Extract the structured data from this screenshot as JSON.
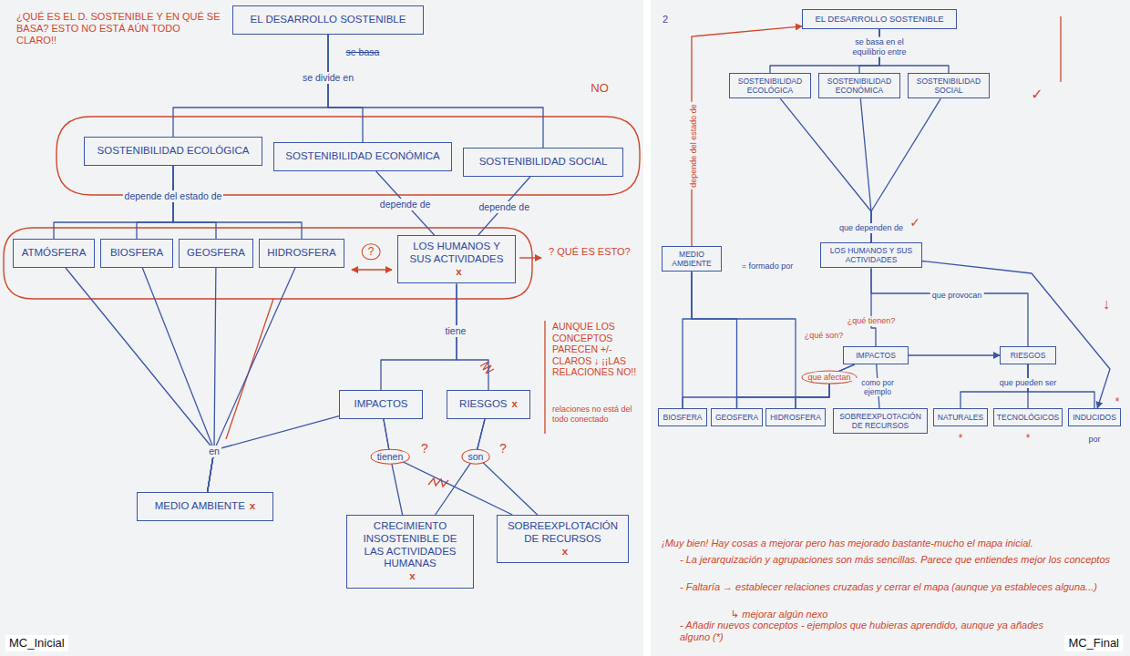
{
  "diagram": {
    "nodes": [
      {
        "text": [
          "EL DESARROLLO SOSTENIBLE"
        ]
      },
      {
        "text": [
          "SOSTENIBILIDAD ECOLÓGICA"
        ]
      },
      {
        "text": [
          "SOSTENIBILIDAD ECONÓMICA"
        ]
      },
      {
        "text": [
          "SOSTENIBILIDAD SOCIAL"
        ]
      },
      {
        "text": [
          "ATMÓSFERA"
        ]
      },
      {
        "text": [
          "BIOSFERA"
        ]
      },
      {
        "text": [
          "GEOSFERA"
        ]
      },
      {
        "text": [
          "HIDROSFERA"
        ]
      },
      {
        "text": [
          "LOS HUMANOS Y SUS ACTIVIDADES",
          "x"
        ]
      },
      {
        "text": [
          "IMPACTOS"
        ]
      },
      {
        "text": [
          "RIESGOS",
          "x"
        ]
      },
      {
        "text": [
          "MEDIO AMBIENTE",
          "x"
        ]
      },
      {
        "text": [
          "CRECIMIENTO INSOSTENIBLE DE LAS ACTIVIDADES HUMANAS",
          "x"
        ]
      },
      {
        "text": [
          "SOBREEXPLOTACIÓN DE RECURSOS",
          "x"
        ]
      },
      {
        "text": [
          "EL DESARROLLO SOSTENIBLE"
        ]
      },
      {
        "text": [
          "SOSTENIBILIDAD ECOLÓGICA"
        ]
      },
      {
        "text": [
          "SOSTENIBILIDAD ECONÓMICA"
        ]
      },
      {
        "text": [
          "SOSTENIBILIDAD SOCIAL"
        ]
      },
      {
        "text": [
          "MEDIO AMBIENTE"
        ]
      },
      {
        "text": [
          "LOS HUMANOS Y SUS ACTIVIDADES"
        ]
      },
      {
        "text": [
          "IMPACTOS"
        ]
      },
      {
        "text": [
          "RIESGOS"
        ]
      },
      {
        "text": [
          "BIOSFERA"
        ]
      },
      {
        "text": [
          "GEOSFERA"
        ]
      },
      {
        "text": [
          "HIDROSFERA"
        ]
      },
      {
        "text": [
          "SOBREEXPLOTACIÓN DE RECURSOS"
        ]
      },
      {
        "text": [
          "NATURALES"
        ]
      },
      {
        "text": [
          "TECNOLÓGICOS"
        ]
      },
      {
        "text": [
          "INDUCIDOS"
        ]
      }
    ],
    "edges": [
      {
        "from": 0,
        "to": 1,
        "arrow": "none"
      },
      {
        "from": 0,
        "to": 2,
        "label": "se divide en",
        "arrow": "none"
      },
      {
        "from": 0,
        "to": 3,
        "arrow": "none"
      },
      {
        "from": 1,
        "to": 4,
        "arrow": "none"
      },
      {
        "from": 1,
        "to": 5,
        "label": "depende del estado de",
        "arrow": "none"
      },
      {
        "from": 1,
        "to": 6,
        "arrow": "none"
      },
      {
        "from": 1,
        "to": 7,
        "arrow": "none"
      },
      {
        "from": 2,
        "to": 8,
        "label": "depende de",
        "arrow": "none"
      },
      {
        "from": 3,
        "to": 8,
        "label": "depende de",
        "arrow": "none"
      },
      {
        "from": 8,
        "to": 9,
        "label": "tiene",
        "arrow": "none"
      },
      {
        "from": 8,
        "to": 10,
        "arrow": "none"
      },
      {
        "from": 4,
        "to": 11,
        "arrow": "none"
      },
      {
        "from": 5,
        "to": 11,
        "arrow": "none"
      },
      {
        "from": 6,
        "to": 11,
        "arrow": "none"
      },
      {
        "from": 7,
        "to": 11,
        "arrow": "none"
      },
      {
        "from": 9,
        "to": 11,
        "label": "en",
        "arrow": "none"
      },
      {
        "from": 9,
        "to": 12,
        "label": "tienen",
        "arrow": "none"
      },
      {
        "from": 9,
        "to": 13,
        "arrow": "none"
      },
      {
        "from": 10,
        "to": 12,
        "arrow": "none"
      },
      {
        "from": 10,
        "to": 13,
        "label": "son",
        "arrow": "none"
      },
      {
        "from": 14,
        "to": 15,
        "arrow": "none"
      },
      {
        "from": 14,
        "to": 16,
        "label": "se basa en el equilibrio entre",
        "arrow": "none"
      },
      {
        "from": 14,
        "to": 17,
        "arrow": "none"
      },
      {
        "from": 18,
        "to": 14,
        "label": "depende del estado de",
        "arrow": "to"
      },
      {
        "from": 15,
        "to": 19,
        "arrow": "none"
      },
      {
        "from": 16,
        "to": 19,
        "label": "que dependen de",
        "arrow": "none"
      },
      {
        "from": 17,
        "to": 19,
        "arrow": "none"
      },
      {
        "from": 18,
        "to": 22,
        "label": "= formado por",
        "arrow": "none"
      },
      {
        "from": 18,
        "to": 23,
        "arrow": "none"
      },
      {
        "from": 18,
        "to": 24,
        "arrow": "none"
      },
      {
        "from": 19,
        "to": 20,
        "label": "¿qué tienen?",
        "arrow": "none"
      },
      {
        "from": 19,
        "to": 21,
        "label": "que provocan",
        "arrow": "none"
      },
      {
        "from": 20,
        "to": 21,
        "arrow": "to"
      },
      {
        "from": 20,
        "to": 22,
        "label": "que afectan",
        "arrow": "none"
      },
      {
        "from": 20,
        "to": 23,
        "arrow": "none"
      },
      {
        "from": 20,
        "to": 24,
        "arrow": "none"
      },
      {
        "from": 20,
        "to": 25,
        "label": "como por ejemplo",
        "arrow": "none"
      },
      {
        "from": 21,
        "to": 26,
        "label": "que pueden ser",
        "arrow": "none"
      },
      {
        "from": 21,
        "to": 27,
        "arrow": "none"
      },
      {
        "from": 21,
        "to": 28,
        "arrow": "none"
      },
      {
        "from": 19,
        "to": 28,
        "arrow": "to"
      }
    ],
    "labels": [
      "¿QUÉ ES EL D. SOSTENIBLE Y EN QUÉ SE BASA? ESTO NO ESTÁ AÚN TODO CLARO!!",
      "se basa",
      "NO",
      "?",
      "? QUÉ ES ESTO?",
      "?",
      "?",
      "AUNQUE LOS CONCEPTOS PARECEN +/- CLAROS ↓ ¡¡LAS RELACIONES NO!!",
      "relaciones no está del todo conectado",
      "MC_Inicial",
      "2",
      "✓",
      "✓",
      "↓",
      "¿qué son?",
      "*",
      "*",
      "*",
      "por",
      "¡Muy bien! Hay cosas a mejorar pero has mejorado bastante-mucho el mapa inicial.",
      "- La jerarquización y agrupaciones son más sencillas. Parece que entiendes mejor los conceptos",
      "- Faltaría → establecer relaciones cruzadas y cerrar el mapa (aunque ya estableces alguna...)",
      "↳ mejorar algún nexo",
      "- Añadir nuevos conceptos - ejemplos que hubieras aprendido, aunque ya añades alguno (*)",
      "MC_Final"
    ]
  }
}
